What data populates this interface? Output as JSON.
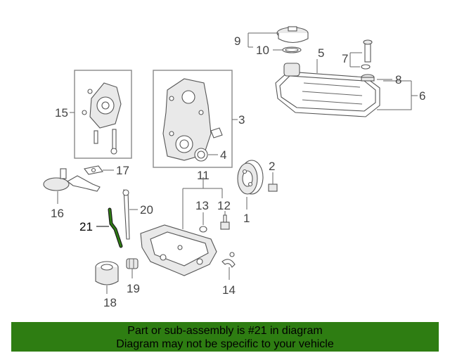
{
  "callouts": {
    "c1": "1",
    "c2": "2",
    "c3": "3",
    "c4": "4",
    "c5": "5",
    "c6": "6",
    "c7": "7",
    "c8": "8",
    "c9": "9",
    "c10": "10",
    "c11": "11",
    "c12": "12",
    "c13": "13",
    "c14": "14",
    "c15": "15",
    "c16": "16",
    "c17": "17",
    "c18": "18",
    "c19": "19",
    "c20": "20",
    "c21": "21"
  },
  "highlighted_part": "21",
  "colors": {
    "banner_bg": "#2e7d12",
    "highlight_part": "#2e7d12",
    "line": "#555555"
  },
  "banner": {
    "line1": "Part or sub-assembly is #21 in diagram",
    "line2": "Diagram may not be specific to your vehicle"
  }
}
